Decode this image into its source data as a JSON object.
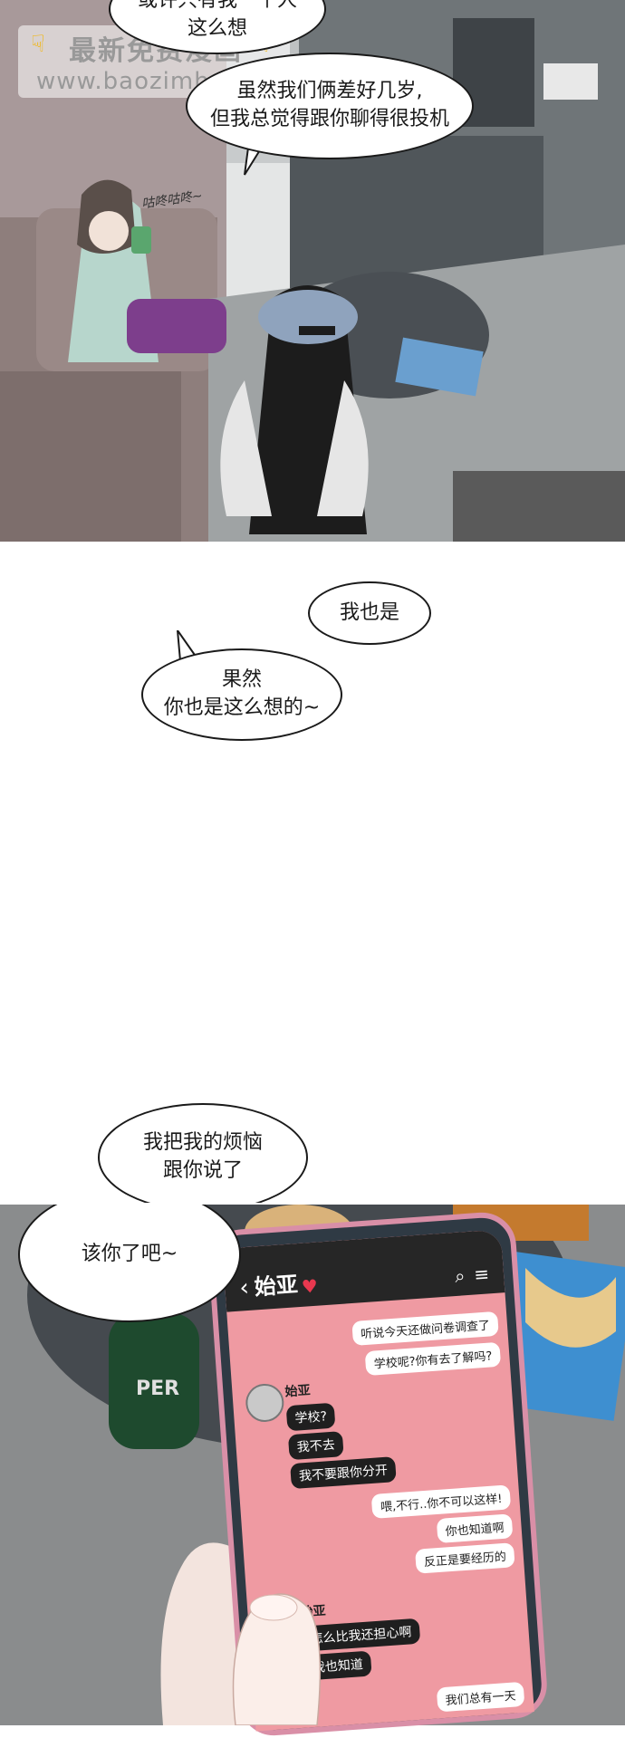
{
  "watermark": {
    "title": "最新免费漫画",
    "url": "www.baozimh.com"
  },
  "panel1": {
    "bubble_top": {
      "line1": "或许只有我一个人",
      "line2": "这么想"
    },
    "bubble_right": {
      "line1": "虽然我们俩差好几岁,",
      "line2": "但我总觉得跟你聊得很投机"
    },
    "sfx": "咕咚咕咚~"
  },
  "panel2": {
    "bubble_a": "我也是",
    "bubble_b": {
      "line1": "果然",
      "line2": "你也是这么想的~"
    }
  },
  "panel3": {
    "bubble_a": {
      "line1": "我把我的烦恼",
      "line2": "跟你说了"
    },
    "bubble_b": "该你了吧~"
  },
  "phone": {
    "contact": "始亚",
    "messages_out_1": [
      "听说今天还做问卷调查了",
      "学校呢?你有去了解吗?"
    ],
    "sender_1": "始亚",
    "messages_in_1": [
      "学校?",
      "我不去",
      "我不要跟你分开"
    ],
    "messages_out_2": [
      "喂,不行..你不可以这样!",
      "你也知道啊",
      "反正是要经历的"
    ],
    "sender_2": "始亚",
    "messages_in_2": [
      "怎么比我还担心啊",
      "我也知道"
    ],
    "messages_out_3": [
      "我们总有一天"
    ]
  },
  "colors": {
    "room_wall": "#bfc3c4",
    "sofa": "#8d7f7d",
    "phone_screen": "#ef9aa2",
    "heart": "#e8384f"
  }
}
